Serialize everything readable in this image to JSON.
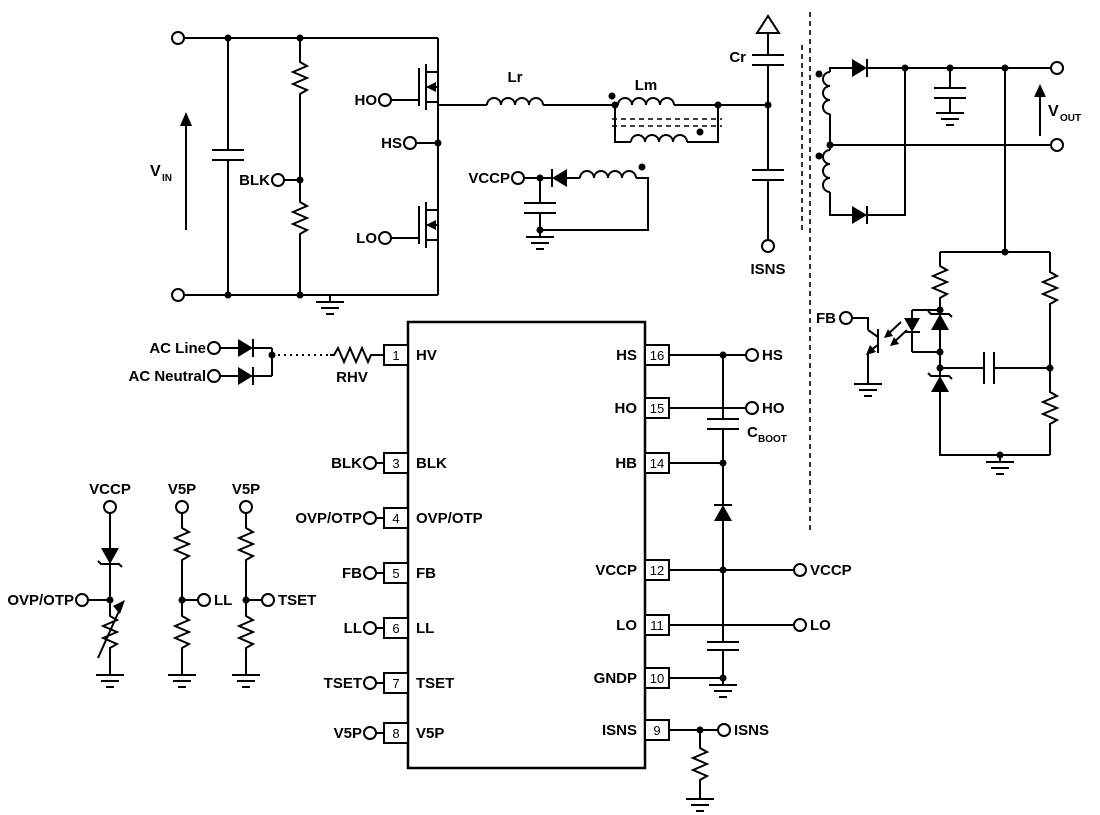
{
  "colors": {
    "ink": "#000000",
    "background": "#ffffff"
  },
  "power_stage": {
    "vin": "V",
    "vin_sub": "IN",
    "blk": "BLK",
    "ho": "HO",
    "hs": "HS",
    "lo": "LO",
    "lr": "Lr",
    "lm": "Lm",
    "cr": "Cr",
    "isns": "ISNS",
    "vccp": "VCCP"
  },
  "output": {
    "vout": "V",
    "vout_sub": "OUT",
    "fb": "FB"
  },
  "hv_input": {
    "ac_line": "AC Line",
    "ac_neutral": "AC Neutral",
    "rhv": "RHV"
  },
  "ic": {
    "left_pins": [
      {
        "num": "1",
        "name": "HV"
      },
      {
        "num": "3",
        "name": "BLK",
        "ext": "BLK"
      },
      {
        "num": "4",
        "name": "OVP/OTP",
        "ext": "OVP/OTP"
      },
      {
        "num": "5",
        "name": "FB",
        "ext": "FB"
      },
      {
        "num": "6",
        "name": "LL",
        "ext": "LL"
      },
      {
        "num": "7",
        "name": "TSET",
        "ext": "TSET"
      },
      {
        "num": "8",
        "name": "V5P",
        "ext": "V5P"
      }
    ],
    "right_pins": [
      {
        "num": "16",
        "name": "HS",
        "ext": "HS"
      },
      {
        "num": "15",
        "name": "HO",
        "ext": "HO"
      },
      {
        "num": "14",
        "name": "HB"
      },
      {
        "num": "12",
        "name": "VCCP",
        "ext": "VCCP"
      },
      {
        "num": "11",
        "name": "LO",
        "ext": "LO"
      },
      {
        "num": "10",
        "name": "GNDP"
      },
      {
        "num": "9",
        "name": "ISNS",
        "ext": "ISNS"
      }
    ],
    "cboot": "C",
    "cboot_sub": "BOOT"
  },
  "bias": {
    "col1_top": "VCCP",
    "col1_tap": "OVP/OTP",
    "col2_top": "V5P",
    "col2_tap": "LL",
    "col3_top": "V5P",
    "col3_tap": "TSET"
  }
}
